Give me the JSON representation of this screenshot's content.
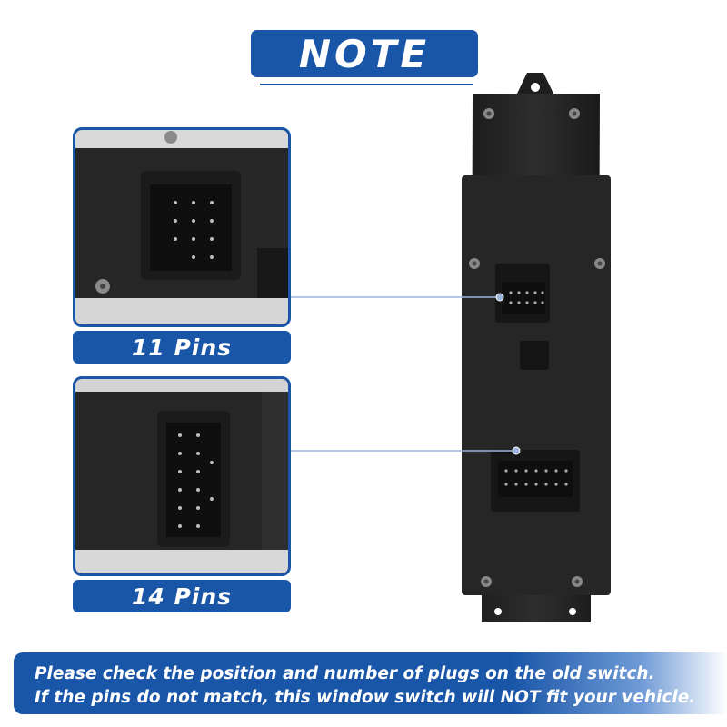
{
  "header": {
    "title": "NOTE"
  },
  "callouts": [
    {
      "label": "11 Pins"
    },
    {
      "label": "14 Pins"
    }
  ],
  "footer": {
    "line1": "Please check the position and number of plugs on the old switch.",
    "line2": "If the pins do not match, this window switch will NOT fit your vehicle."
  },
  "colors": {
    "accent": "#1a56a8",
    "product": "#2a2a2a"
  }
}
